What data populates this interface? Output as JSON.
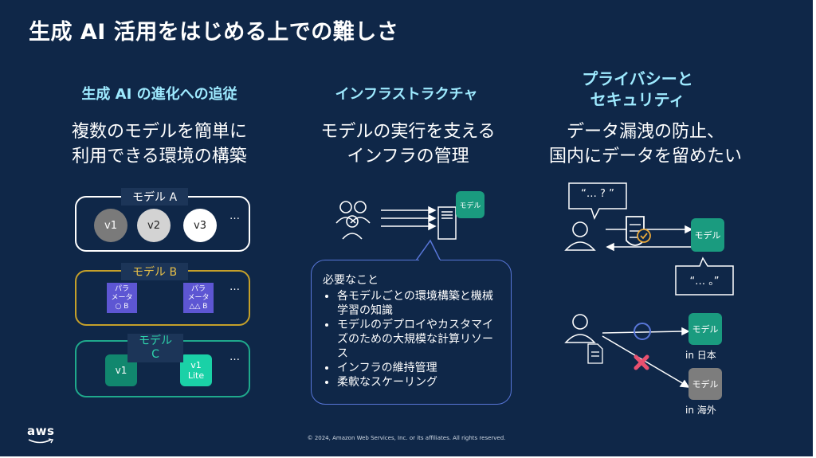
{
  "slide": {
    "title": "生成 AI 活用をはじめる上での難しさ",
    "footer": "© 2024, Amazon Web Services, Inc. or its affiliates. All rights reserved.",
    "logo_text": "aws"
  },
  "col1": {
    "heading": "生成 AI の進化への追従",
    "subline1": "複数のモデルを簡単に",
    "subline2": "利用できる環境の構築",
    "model_a": {
      "label": "モデル A",
      "versions": [
        "v1",
        "v2",
        "v3"
      ],
      "more": "…"
    },
    "model_b": {
      "label": "モデル B",
      "params": [
        {
          "line1": "パラ",
          "line2": "メータ",
          "line3": "○ B"
        },
        {
          "line1": "パラ",
          "line2": "メータ",
          "line3": "△△ B"
        }
      ],
      "more": "…"
    },
    "model_c": {
      "label_line1": "モデル",
      "label_line2": "C",
      "v1": "v1",
      "v1lite_line1": "v1",
      "v1lite_line2": "Lite",
      "more": "…"
    }
  },
  "col2": {
    "heading": "インフラストラクチャ",
    "subline1": "モデルの実行を支える",
    "subline2": "インフラの管理",
    "model_tag": "モデル",
    "requirements_title": "必要なこと",
    "requirements": [
      "各モデルごとの環境構築と機械学習の知識",
      "モデルのデプロイやカスタマイズのための大規模な計算リソース",
      "インフラの維持管理",
      "柔軟なスケーリング"
    ]
  },
  "col3": {
    "heading_line1": "プライバシーと",
    "heading_line2": "セキュリティ",
    "subline1": "データ漏洩の防止、",
    "subline2": "国内にデータを留めたい",
    "bubble_top": "“… ? ”",
    "bubble_bottom": "“… 。”",
    "model_tag": "モデル",
    "japan_label": "in 日本",
    "overseas_label": "in 海外"
  },
  "colors": {
    "background": "#0f2748",
    "accent": "#9eeaff",
    "model_b_border": "#c5a02a",
    "model_c_border": "#1fa98c",
    "green": "#1a9b7f",
    "bubble_border": "#5876d8",
    "cross": "#e8506f",
    "check": "#e8a83a"
  }
}
